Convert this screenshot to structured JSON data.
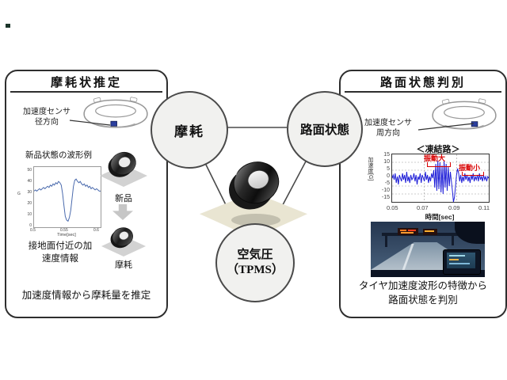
{
  "left_panel": {
    "title": "摩耗状推定",
    "sensor_label_line1": "加速度センサ",
    "sensor_label_line2": "径方向",
    "waveform_caption": "新品状態の波形例",
    "contact_note_line1": "接地面付近の加",
    "contact_note_line2": "速度情報",
    "new_label": "新品",
    "worn_label": "摩耗",
    "bottom_note": "加速度情報から摩耗量を推定"
  },
  "center": {
    "wear_circle_label": "摩耗",
    "road_circle_label": "路面状態",
    "pressure_circle_line1": "空気圧",
    "pressure_circle_line2": "（TPMS）"
  },
  "right_panel": {
    "title": "路面状態判別",
    "sensor_label_line1": "加速度センサ",
    "sensor_label_line2": "周方向",
    "bottom_note_line1": "タイヤ加速度波形の特徴から",
    "bottom_note_line2": "路面状態を判別"
  },
  "chart_data": [
    {
      "id": "wear_waveform",
      "type": "line",
      "title": "新品状態の波形例",
      "xlabel": "Time[sec]",
      "ylabel": "G",
      "x_ticks": [
        "0.5",
        "0.55",
        "0.6"
      ],
      "y_ticks": [
        "50",
        "40",
        "30",
        "20",
        "10",
        "0"
      ],
      "ylim": [
        0,
        50
      ],
      "grid": false,
      "color": "#4a6aad",
      "values": [
        30,
        31,
        30,
        31,
        32,
        31,
        32,
        33,
        32,
        33,
        34,
        33,
        35,
        34,
        36,
        35,
        37,
        36,
        38,
        37,
        35,
        28,
        18,
        9,
        6,
        5,
        8,
        14,
        24,
        34,
        39,
        40,
        38,
        37,
        38,
        36,
        35,
        36,
        34,
        35,
        33,
        34,
        32,
        33,
        32,
        31,
        32,
        31,
        30,
        30
      ]
    },
    {
      "id": "frozen_waveform",
      "type": "line",
      "title": "＜凍結路＞",
      "xlabel": "時間[sec]",
      "ylabel": "加速度[G]",
      "x_ticks": [
        "0.05",
        "0.07",
        "0.09",
        "0.11"
      ],
      "y_ticks": [
        "15",
        "10",
        "5",
        "0",
        "-5",
        "-10",
        "-15"
      ],
      "ylim": [
        -15,
        15
      ],
      "grid": true,
      "color": "#1f1fd8",
      "annotation_large": "振動大",
      "annotation_small": "振動小",
      "annotation_color": "#d80000",
      "values": [
        0,
        2,
        -1,
        3,
        -3,
        1,
        -4,
        2,
        0,
        -2,
        3,
        -1,
        2,
        -3,
        4,
        -2,
        1,
        -3,
        2,
        -1,
        0,
        3,
        -2,
        2,
        -4,
        1,
        -1,
        3,
        -3,
        2,
        0,
        -2,
        4,
        -1,
        2,
        -3,
        1,
        -2,
        3,
        0,
        5,
        -6,
        9,
        -8,
        11,
        -7,
        10,
        -9,
        8,
        -10,
        11,
        -6,
        9,
        -8,
        7,
        -5,
        4,
        -2,
        -8,
        -15,
        -12,
        -5,
        2,
        6,
        3,
        -2,
        2,
        -3,
        1,
        -2,
        3,
        -1,
        2,
        -2,
        1,
        -3,
        2,
        -1,
        3,
        -2,
        1,
        -1,
        2,
        -2,
        3,
        -1,
        1,
        -2,
        2,
        -1,
        1,
        -2,
        1,
        0
      ]
    }
  ]
}
